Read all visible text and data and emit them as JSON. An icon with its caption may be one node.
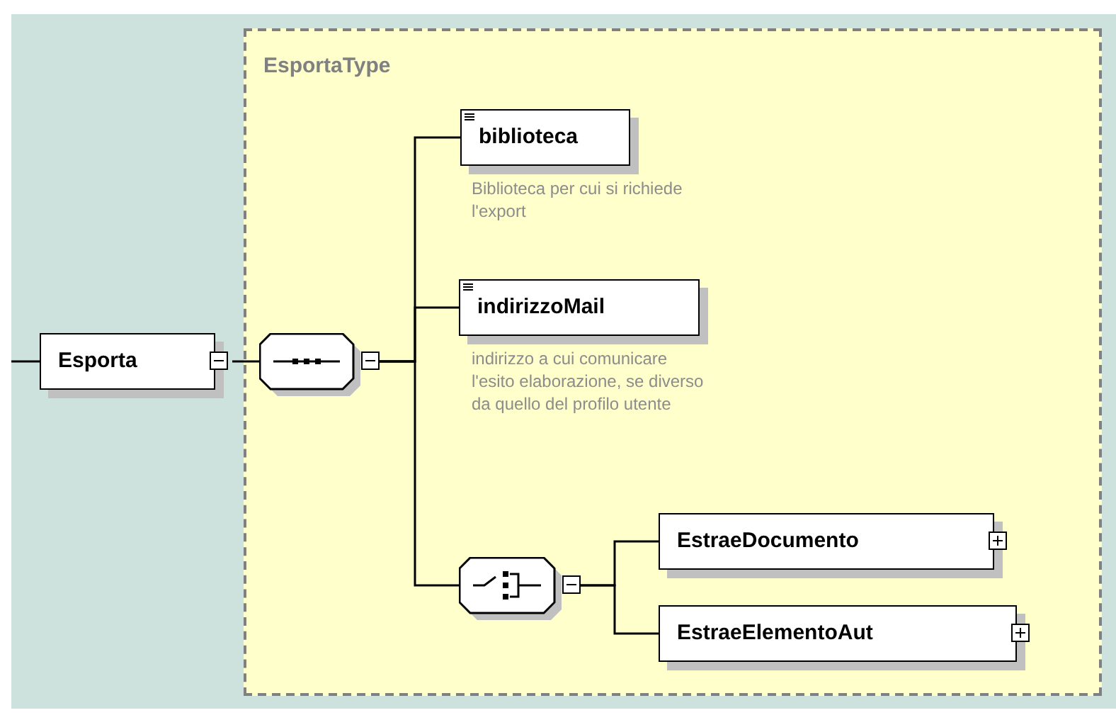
{
  "diagram": {
    "nodes": [
      {
        "text": [
          "EsportaType"
        ]
      },
      {
        "text": [
          "Esporta"
        ]
      },
      {
        "text": [],
        "shape": "octagon",
        "in": 0
      },
      {
        "text": [
          "biblioteca"
        ],
        "in": 0,
        "beside": [
          "Biblioteca per cui si richiede l'export"
        ]
      },
      {
        "text": [
          "indirizzoMail"
        ],
        "in": 0,
        "beside": [
          "indirizzo a cui comunicare l'esito elaborazione, se diverso da quello del profilo utente"
        ]
      },
      {
        "text": [],
        "shape": "octagon",
        "in": 0
      },
      {
        "text": [
          "EstraeDocumento"
        ],
        "in": 0
      },
      {
        "text": [
          "EstraeElementoAut"
        ],
        "in": 0
      }
    ],
    "edges": [
      {
        "from": null,
        "to": 1,
        "arrow": "none"
      },
      {
        "from": 1,
        "to": 2,
        "arrow": "none"
      },
      {
        "from": 2,
        "to": 3,
        "arrow": "none"
      },
      {
        "from": 2,
        "to": 4,
        "arrow": "none"
      },
      {
        "from": 2,
        "to": 5,
        "arrow": "none"
      },
      {
        "from": 5,
        "to": 6,
        "arrow": "none"
      },
      {
        "from": 5,
        "to": 7,
        "arrow": "none"
      }
    ]
  }
}
